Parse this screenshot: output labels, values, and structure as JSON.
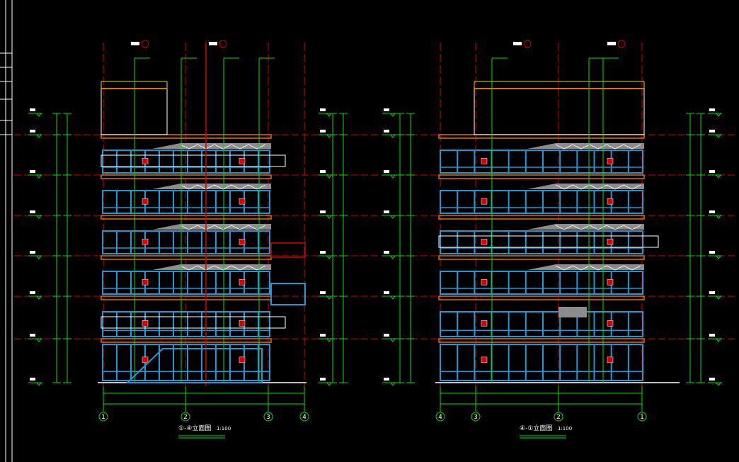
{
  "drawings": [
    {
      "title": "①-④立面图",
      "scale": "1:100",
      "axes": [
        "1",
        "2",
        "3",
        "4"
      ]
    },
    {
      "title": "④-①立面图",
      "scale": "1:100",
      "axes": [
        "4",
        "3",
        "2",
        "1"
      ]
    }
  ],
  "colors": {
    "background": "#000000",
    "glazing": "#1a9ad6",
    "slab": "#e07000",
    "dimension": "#00e000",
    "gridline": "#d00000",
    "roof": "#8c8c8c",
    "text": "#ffffff",
    "parapet": "#e0e000"
  }
}
